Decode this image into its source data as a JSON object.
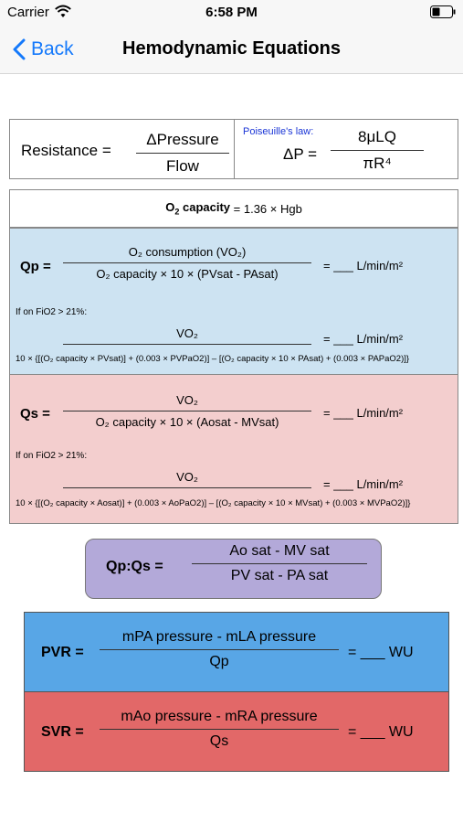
{
  "status_bar": {
    "carrier": "Carrier",
    "time": "6:58 PM"
  },
  "nav": {
    "back_label": "Back",
    "title": "Hemodynamic Equations"
  },
  "resistance": {
    "label": "Resistance =",
    "numerator": "ΔPressure",
    "denominator": "Flow",
    "law_label": "Poiseuille's law:",
    "lhs": "ΔP =",
    "rhs_num": "8μLQ",
    "rhs_den": "πR⁴"
  },
  "o2_capacity": {
    "lhs_main": "O",
    "lhs_sub": "2",
    "lhs_rest": " capacity",
    "rhs": " = 1.36 × Hgb"
  },
  "qp": {
    "label": "Qp =",
    "numerator": "O₂ consumption (VO₂)",
    "denominator": "O₂ capacity × 10 × (PVsat - PAsat)",
    "result": "= ___ L/min/m²",
    "note": "If on FiO2 > 21%:",
    "alt_numerator": "VO₂",
    "alt_result": "= ___ L/min/m²",
    "alt_denominator": "10 × {[(O₂ capacity × PVsat)] + (0.003 × PVPaO2)] – [(O₂ capacity × 10 × PAsat) + (0.003 × PAPaO2)]}"
  },
  "qs": {
    "label": "Qs =",
    "numerator": "VO₂",
    "denominator": "O₂ capacity × 10 × (Aosat - MVsat)",
    "result": "= ___ L/min/m²",
    "note": "If on FiO2 > 21%:",
    "alt_numerator": "VO₂",
    "alt_result": "= ___ L/min/m²",
    "alt_denominator": "10 × {[(O₂ capacity × Aosat)] + (0.003 × AoPaO2)] – [(O₂ capacity × 10 × MVsat) + (0.003 × MVPaO2)]}"
  },
  "ratio": {
    "label": "Qp:Qs =",
    "numerator": "Ao sat - MV sat",
    "denominator": "PV sat - PA sat"
  },
  "pvr": {
    "label": "PVR =",
    "numerator": "mPA pressure - mLA pressure",
    "denominator": "Qp",
    "result": "= ___ WU"
  },
  "svr": {
    "label": "SVR =",
    "numerator": "mAo pressure - mRA pressure",
    "denominator": "Qs",
    "result": "= ___ WU"
  },
  "colors": {
    "qp_bg": "#cde3f2",
    "qs_bg": "#f3cece",
    "ratio_bg": "#b3a9d9",
    "pvr_bg": "#58a6e6",
    "svr_bg": "#e26868",
    "accent": "#1479fb"
  }
}
